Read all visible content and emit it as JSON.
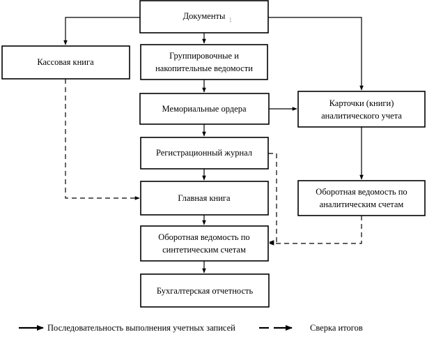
{
  "boxes": {
    "documents": "Документы",
    "cash_book": "Кассовая книга",
    "group_statements_l1": "Группировочные и",
    "group_statements_l2": "накопительные ведомости",
    "memorial_orders": "Мемориальные ордера",
    "analytic_cards_l1": "Карточки (книги)",
    "analytic_cards_l2": "аналитического учета",
    "register_journal": "Регистрационный журнал",
    "general_ledger": "Главная книга",
    "analytic_turnover_l1": "Оборотная ведомость по",
    "analytic_turnover_l2": "аналитическим счетам",
    "synthetic_turnover_l1": "Оборотная ведомость по",
    "synthetic_turnover_l2": "синтетическим счетам",
    "financial_statements": "Бухгалтерская отчетность"
  },
  "legend": {
    "solid_label": "Последовательность выполнения учетных записей",
    "dashed_label": "Сверка итогов"
  }
}
